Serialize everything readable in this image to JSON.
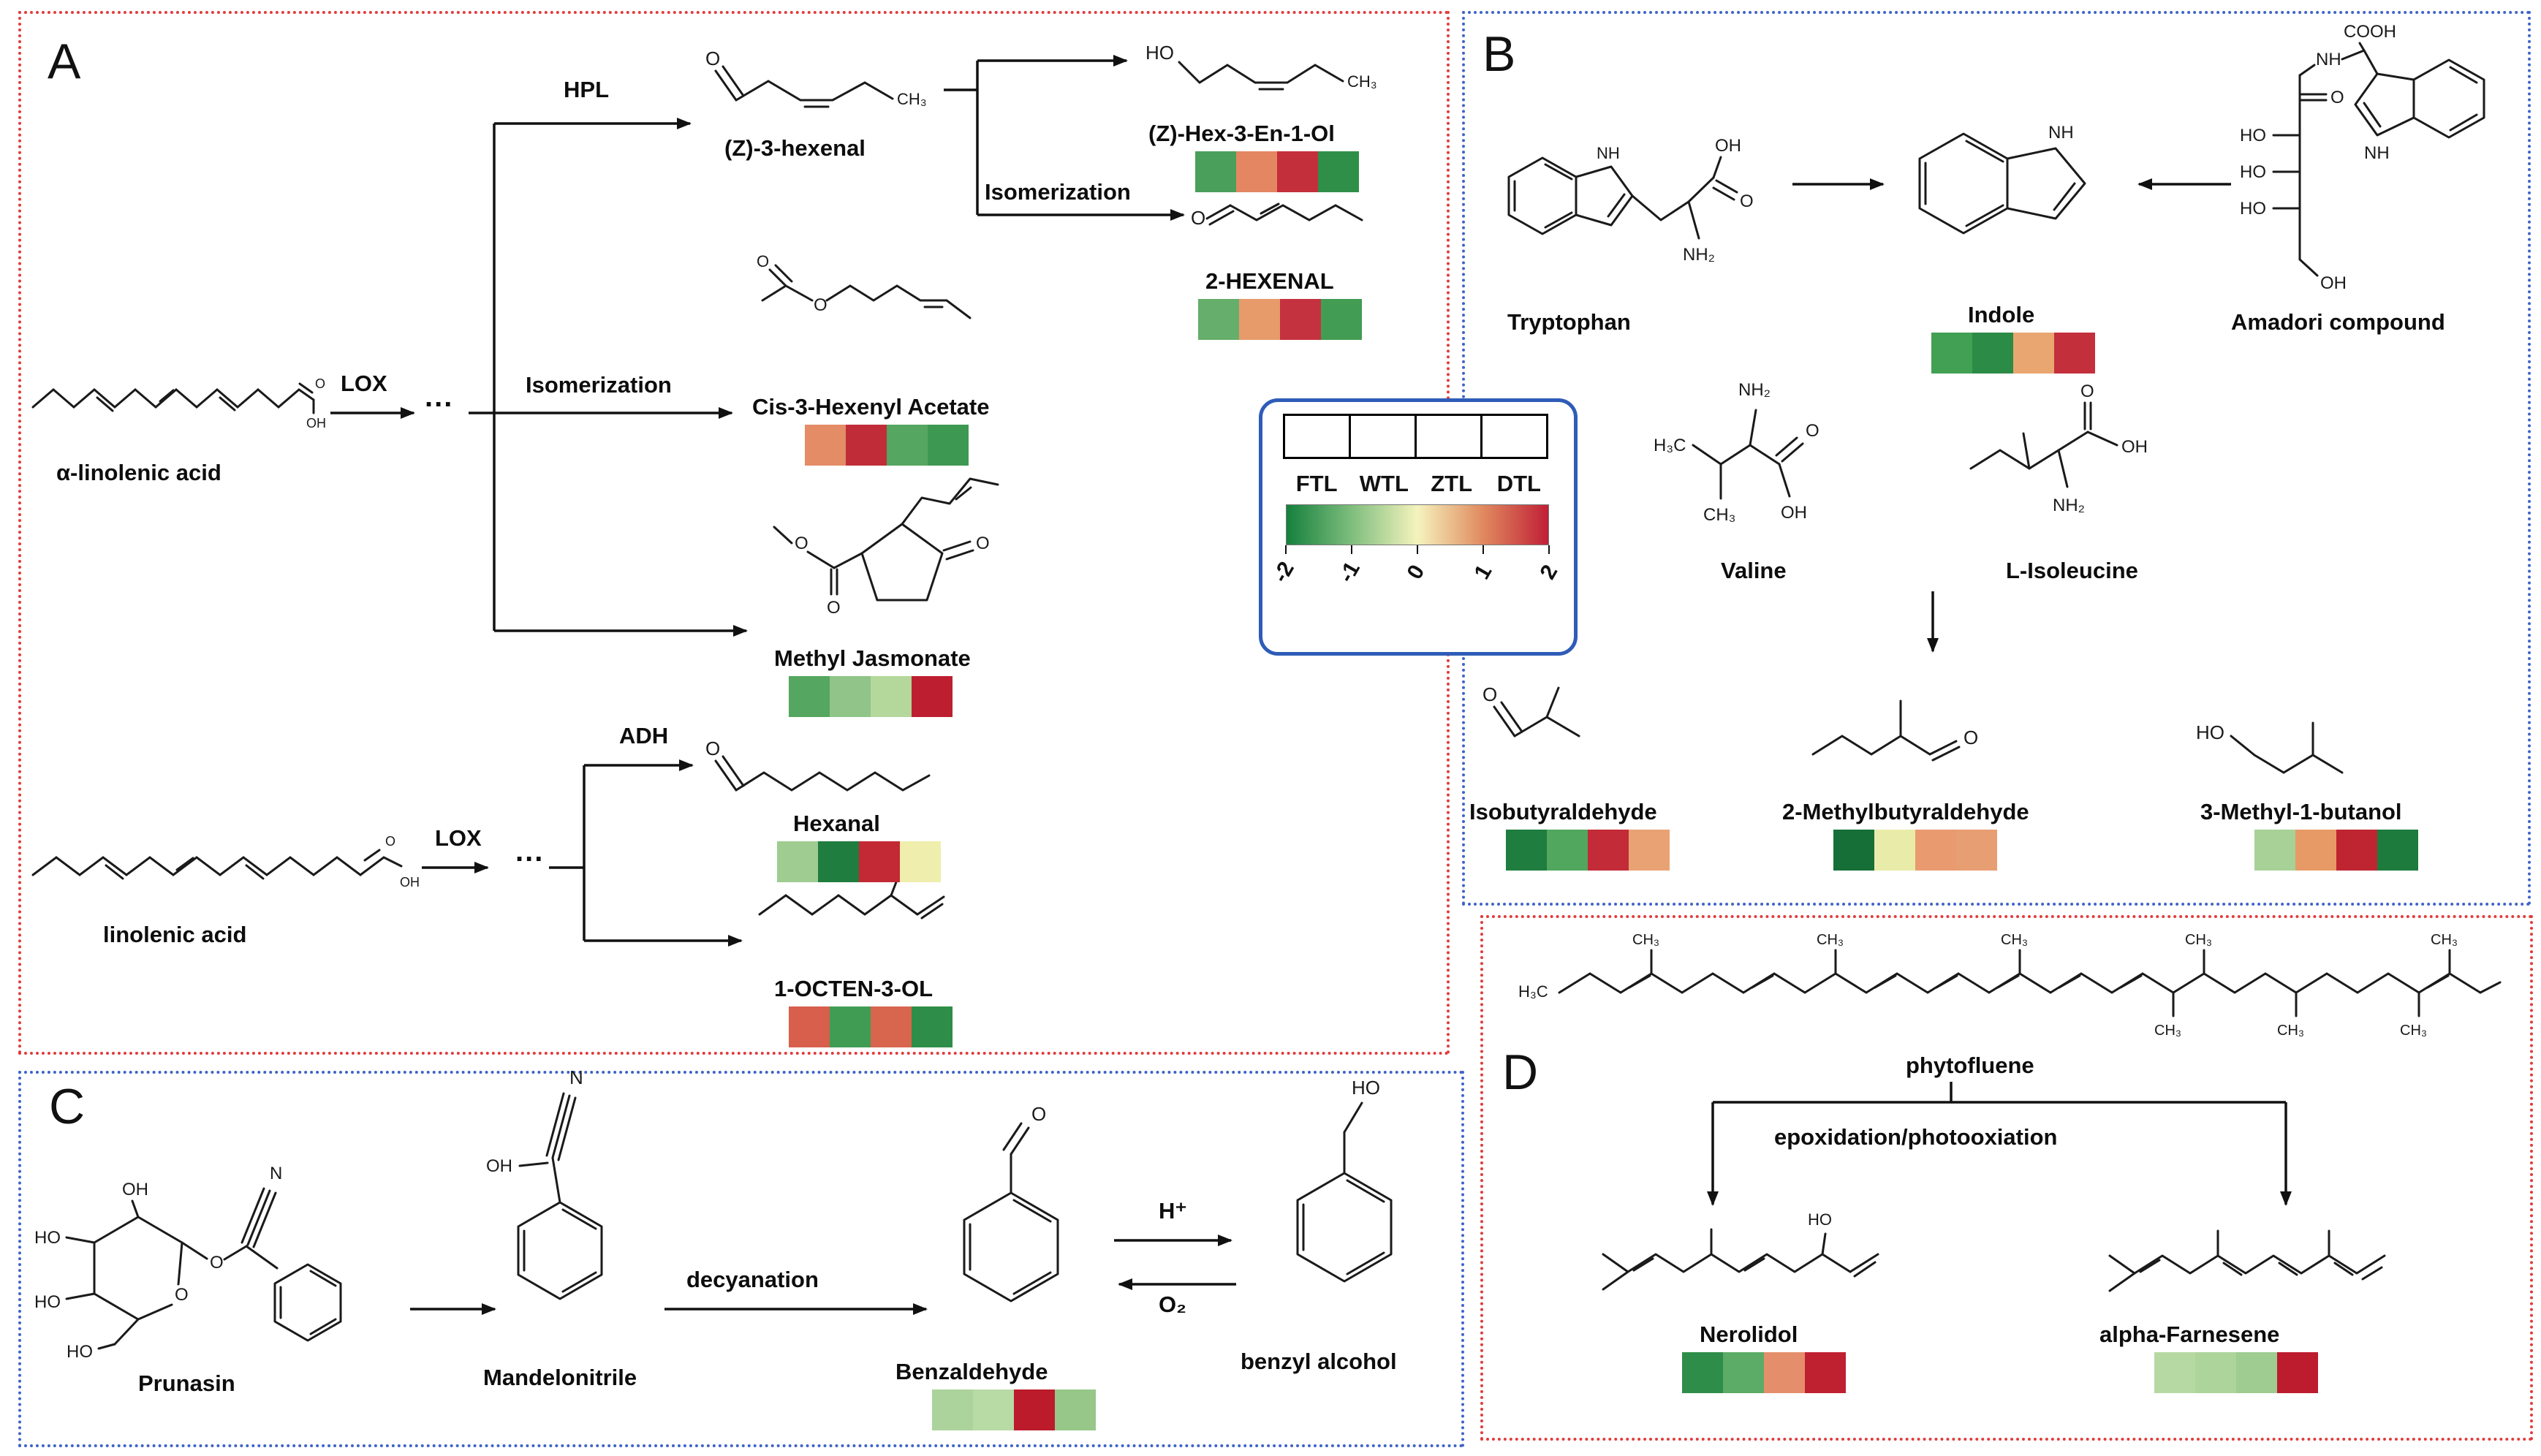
{
  "legend": {
    "columns": [
      "FTL",
      "WTL",
      "ZTL",
      "DTL"
    ],
    "ticks": [
      "-2",
      "-1",
      "0",
      "1",
      "2"
    ],
    "gradient_colors": [
      "#15803d",
      "#7fbe7e",
      "#f5f3bd",
      "#e08a5f",
      "#c01f36"
    ]
  },
  "panelA": {
    "letter": "A",
    "steps": {
      "lox_top": "LOX",
      "dots_top": "...",
      "hpl": "HPL",
      "isomerization_main": "Isomerization",
      "isomerization_branch": "Isomerization",
      "lox_bottom": "LOX",
      "dots_bottom": "...",
      "adh": "ADH"
    },
    "compounds": {
      "alpha_linolenic_acid": {
        "name": "α-linolenic acid"
      },
      "z3_hexenal": {
        "name": "(Z)-3-hexenal"
      },
      "z_hex_3_en_1_ol": {
        "name": "(Z)-Hex-3-En-1-Ol",
        "heatmap": [
          "#4aa05a",
          "#e58663",
          "#c42f3c",
          "#2f8f49"
        ]
      },
      "two_hexenal": {
        "name": "2-HEXENAL",
        "heatmap": [
          "#66ae6b",
          "#e79a6a",
          "#c5323f",
          "#429c54"
        ]
      },
      "cis_3_hexenyl_acetate": {
        "name": "Cis-3-Hexenyl Acetate",
        "heatmap": [
          "#e38c66",
          "#c02d39",
          "#55a660",
          "#3d9851"
        ]
      },
      "methyl_jasmonate": {
        "name": "Methyl Jasmonate",
        "heatmap": [
          "#55a660",
          "#90c489",
          "#b4d89b",
          "#bd1f30"
        ]
      },
      "hexanal": {
        "name": "Hexanal",
        "heatmap": [
          "#9ecc91",
          "#1f7d3f",
          "#c22934",
          "#efeead"
        ]
      },
      "one_octen_3_ol": {
        "name": "1-OCTEN-3-OL",
        "heatmap": [
          "#d75f4c",
          "#419c53",
          "#d8654e",
          "#2e8d48"
        ]
      },
      "linolenic_acid": {
        "name": "linolenic acid"
      }
    }
  },
  "panelB": {
    "letter": "B",
    "compounds": {
      "tryptophan": {
        "name": "Tryptophan"
      },
      "indole": {
        "name": "Indole",
        "heatmap": [
          "#41a053",
          "#2c8b46",
          "#eaa671",
          "#c42f3c"
        ]
      },
      "amadori": {
        "name": "Amadori compound"
      },
      "valine": {
        "name": "Valine"
      },
      "l_isoleucine": {
        "name": "L-Isoleucine"
      },
      "isobutyraldehyde": {
        "name": "Isobutyraldehyde",
        "heatmap": [
          "#1f7d3f",
          "#51a75e",
          "#c22b37",
          "#e9a274"
        ]
      },
      "two_methylbutyraldehyde": {
        "name": "2-Methylbutyraldehyde",
        "heatmap": [
          "#166f37",
          "#e9eca9",
          "#e99a6f",
          "#e89e73"
        ]
      },
      "three_methyl_1_butanol": {
        "name": "3-Methyl-1-butanol",
        "heatmap": [
          "#a7d197",
          "#e79a66",
          "#bf2531",
          "#1c7b3d"
        ]
      }
    }
  },
  "panelC": {
    "letter": "C",
    "steps": {
      "decyanation": "decyanation",
      "h_plus": "H⁺",
      "o2": "O₂"
    },
    "compounds": {
      "prunasin": {
        "name": "Prunasin"
      },
      "mandelonitrile": {
        "name": "Mandelonitrile"
      },
      "benzaldehyde": {
        "name": "Benzaldehyde",
        "heatmap": [
          "#abd39b",
          "#b8daa5",
          "#bc1b2c",
          "#97c789"
        ]
      },
      "benzyl_alcohol": {
        "name": "benzyl alcohol"
      }
    }
  },
  "panelD": {
    "letter": "D",
    "steps": {
      "epoxidation": "epoxidation/photooxiation"
    },
    "compounds": {
      "phytofluene": {
        "name": "phytofluene"
      },
      "nerolidol": {
        "name": "Nerolidol",
        "heatmap": [
          "#2e8d48",
          "#5cab66",
          "#e58e6c",
          "#bf2130"
        ]
      },
      "alpha_farnesene": {
        "name": "alpha-Farnesene",
        "heatmap": [
          "#b6d9a3",
          "#add59b",
          "#9ecc91",
          "#bd1b2e"
        ]
      }
    }
  }
}
